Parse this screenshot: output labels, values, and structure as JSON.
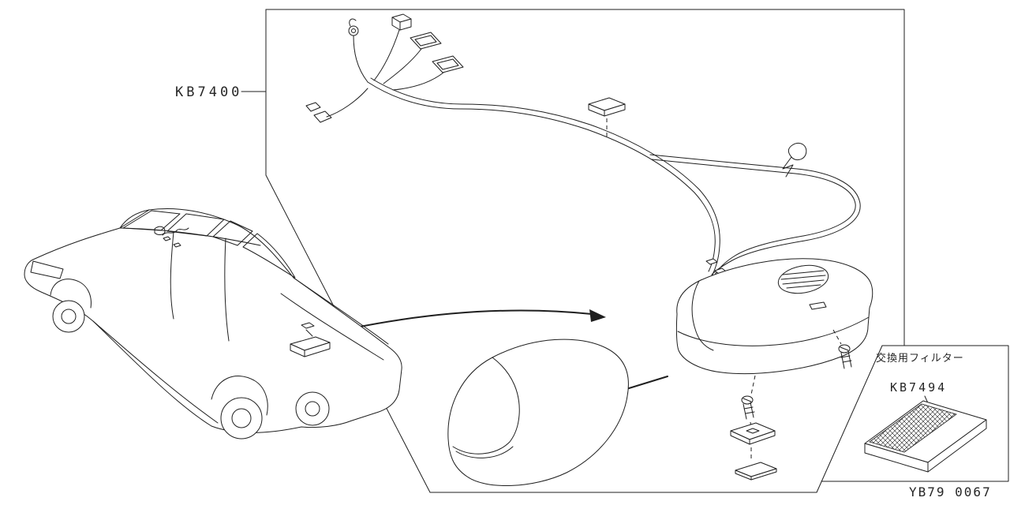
{
  "diagram": {
    "harness_part_label": "KB7400",
    "filter_part_label": "KB7494",
    "filter_note": "交換用フィルター",
    "doc_number": "YB79 0067"
  },
  "colors": {
    "ink": "#1f1f1f",
    "background": "#ffffff"
  }
}
